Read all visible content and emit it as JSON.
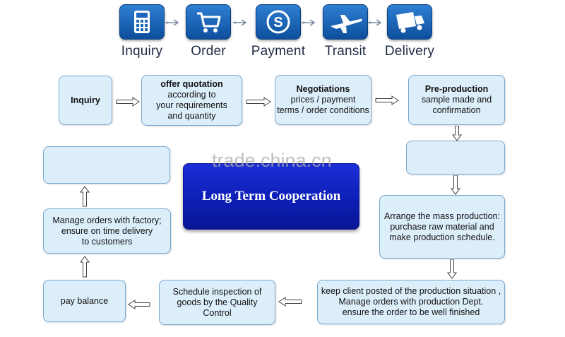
{
  "header_steps": [
    {
      "label": "Inquiry",
      "icon": "calculator-icon"
    },
    {
      "label": "Order",
      "icon": "cart-icon"
    },
    {
      "label": "Payment",
      "icon": "coin-icon"
    },
    {
      "label": "Transit",
      "icon": "airplane-icon"
    },
    {
      "label": "Delivery",
      "icon": "truck-icon"
    }
  ],
  "flow": {
    "inquiry": {
      "title": "Inquiry"
    },
    "quotation": {
      "title": "offer quotation",
      "body": "according to\nyour requirements\nand quantity"
    },
    "negotiations": {
      "title": "Negotiations",
      "body": "prices / payment\nterms / order conditions"
    },
    "preproduction": {
      "title": "Pre-production",
      "body": "sample made and\nconfirmation"
    },
    "mass_production": {
      "body": "Arrange the mass production:\npurchase raw material and\nmake production schedule."
    },
    "posted": {
      "body": "keep client posted of the production situation ,\nManage orders with production Dept.\nensure the order to be well finished"
    },
    "inspection": {
      "body": "Schedule inspection of\ngoods by the Quality\nControl"
    },
    "pay_balance": {
      "body": "pay balance"
    },
    "manage_orders": {
      "body": "Manage orders with factory;\nensure on time delivery\nto customers"
    }
  },
  "center": {
    "title": "Long Term Cooperation"
  },
  "watermark": "trade.china.cn",
  "colors": {
    "box_fill": "#ddeefb",
    "box_border": "#79a9cf",
    "center_fill": "#1126c8",
    "icon_fill": "#1e67bd"
  }
}
